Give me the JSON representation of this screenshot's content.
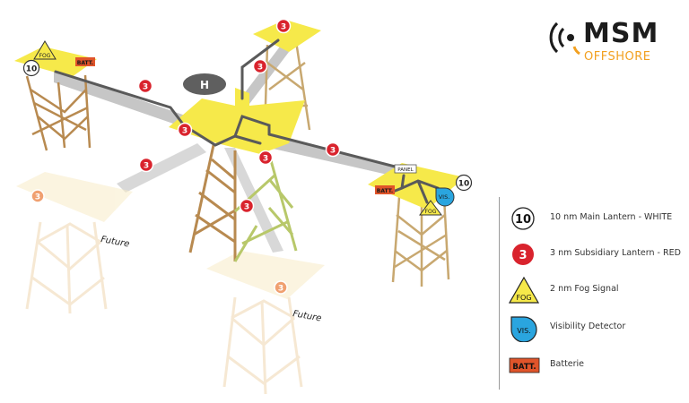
{
  "brand": {
    "name_main": "MSM",
    "name_sub": "OFFSHORE",
    "accent": "#f2a020"
  },
  "diagram": {
    "main_lantern_range": "10",
    "subsidiary_lantern_range": "3",
    "fog_label": "FOG",
    "batt_label": "BATT.",
    "vis_label": "VIS.",
    "panel_label": "PANEL",
    "helipad_label": "H",
    "future_label": "Future"
  },
  "legend": {
    "items": [
      {
        "symbol": "10",
        "label": "10 nm Main Lantern - WHITE",
        "icon": "main-lantern-icon"
      },
      {
        "symbol": "3",
        "label": "3 nm Subsidiary Lantern - RED",
        "icon": "subsidiary-lantern-icon"
      },
      {
        "symbol": "FOG",
        "label": "2 nm Fog Signal",
        "icon": "fog-signal-icon"
      },
      {
        "symbol": "VIS.",
        "label": "Visibility Detector",
        "icon": "visibility-detector-icon"
      },
      {
        "symbol": "BATT.",
        "label": "Batterie",
        "icon": "battery-icon"
      }
    ]
  },
  "colors": {
    "deck": "#f6e94a",
    "future_deck": "#fbf1d6",
    "jacket": "#b88a50",
    "jacket_green": "#b8c86a",
    "cable": "#5a5a5a",
    "walkway": "#c4c4c4",
    "red_lantern": "#d9232d",
    "future_lantern": "#f0a070",
    "vis": "#2aa5df",
    "batt": "#e0542a"
  }
}
